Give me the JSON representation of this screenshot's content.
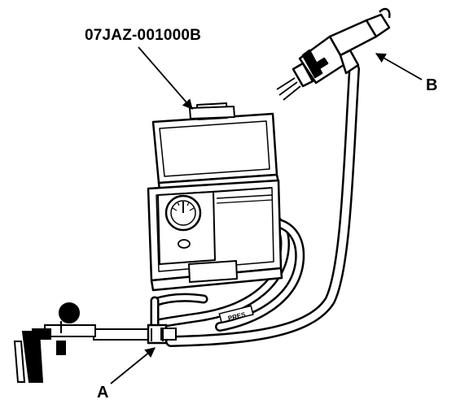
{
  "labels": {
    "part_number": "07JAZ-001000B",
    "callout_a": "A",
    "callout_b": "B"
  },
  "hose_marking": "PRES",
  "colors": {
    "line": "#000000",
    "background": "#ffffff",
    "fill": "#ffffff"
  }
}
